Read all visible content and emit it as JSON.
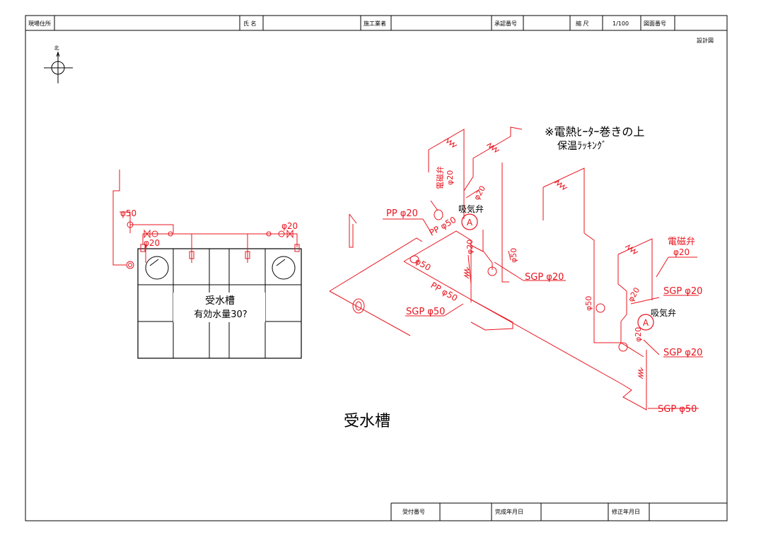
{
  "title_block": {
    "site_address_label": "現場住所",
    "name_label": "氏 名",
    "contractor_label": "施工業者",
    "approval_no_label": "承認番号",
    "scale_label": "縮 尺",
    "scale_value": "1/100",
    "drawing_no_label": "図面番号",
    "drawing_type": "設計図"
  },
  "footer_block": {
    "receipt_no_label": "受付番号",
    "completion_date_label": "完成年月日",
    "revision_date_label": "修正年月日"
  },
  "north_label": "北",
  "plan_view": {
    "tank_label": "受水槽",
    "capacity_label": "有効水量30?",
    "pipe_phi50": "φ50",
    "pipe_phi20_left": "φ20",
    "pipe_phi20_right": "φ20"
  },
  "note_lines": [
    "※電熱ﾋｰﾀｰ巻きの上",
    "保温ﾗｯｷﾝｸﾞ"
  ],
  "iso_labels": {
    "pp20": "PP φ20",
    "pp50_top": "PP φ50",
    "pp50_bottom": "PP φ50",
    "phi50_tank": "φ50",
    "sgp50": "SGP φ50",
    "sgp20_center": "SGP φ20",
    "phi20_a": "φ20",
    "phi20_b": "φ20",
    "phi20_c": "φ20",
    "phi50_riser": "φ50",
    "solenoid_left": "電磁弁",
    "solenoid_left_size": "φ20",
    "air_valve_center": "吸気弁",
    "solenoid_right": "電磁弁",
    "solenoid_right_size": "φ20",
    "sgp20_right_top": "SGP φ20",
    "phi20_d": "φ20",
    "phi50_right": "φ50",
    "air_valve_right": "吸気弁",
    "phi20_e": "φ20",
    "sgp20_right_bottom": "SGP φ20",
    "sgp50_right": "SGP φ50"
  },
  "drawing_title": "受水槽",
  "colors": {
    "pipe": "#e8141e",
    "ink": "#000000"
  },
  "icons": {
    "north_arrow": "north-arrow-icon",
    "air_valve": "air-valve-icon"
  }
}
